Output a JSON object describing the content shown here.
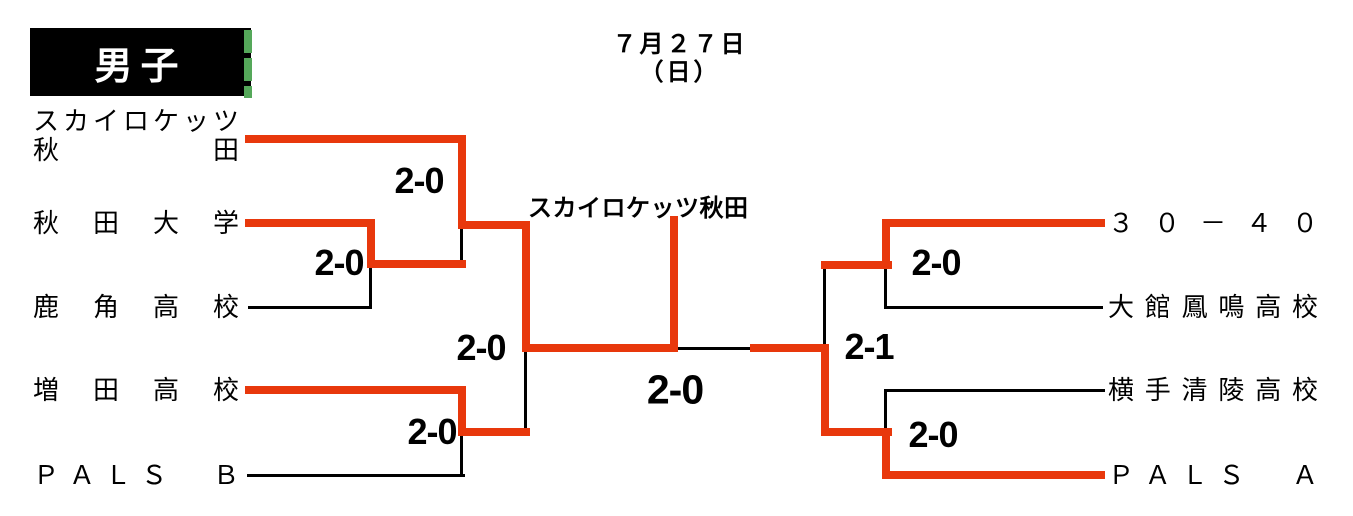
{
  "header": {
    "category": "男子",
    "date": "７月２７日",
    "day": "（日）"
  },
  "champion": {
    "label": "スカイロケッツ秋田"
  },
  "teams": {
    "left": [
      "スカイロケッツ秋田",
      "秋田大学",
      "鹿角高校",
      "増田高校",
      "ＰＡＬＳ　Ｂ"
    ],
    "right": [
      "３０－４０",
      "大館鳳鳴高校",
      "横手清陵高校",
      "ＰＡＬＳ　Ａ"
    ]
  },
  "matches": [
    {
      "id": "left-first-round",
      "teams": [
        "秋田大学",
        "鹿角高校"
      ],
      "score": "2-0",
      "winner": "秋田大学"
    },
    {
      "id": "left-quarter-top",
      "teams": [
        "スカイロケッツ秋田",
        "秋田大学"
      ],
      "score": "2-0",
      "winner": "スカイロケッツ秋田"
    },
    {
      "id": "left-quarter-bottom",
      "teams": [
        "増田高校",
        "ＰＡＬＳ　Ｂ"
      ],
      "score": "2-0",
      "winner": "増田高校"
    },
    {
      "id": "left-semifinal",
      "teams": [
        "スカイロケッツ秋田",
        "増田高校"
      ],
      "score": "2-0",
      "winner": "スカイロケッツ秋田"
    },
    {
      "id": "final",
      "teams": [
        "スカイロケッツ秋田",
        "ＰＡＬＳ　Ａ"
      ],
      "score": "2-0",
      "winner": "スカイロケッツ秋田"
    },
    {
      "id": "right-semifinal",
      "teams": [
        "３０－４０",
        "ＰＡＬＳ　Ａ"
      ],
      "score": "2-1",
      "winner": "ＰＡＬＳ　Ａ"
    },
    {
      "id": "right-quarter-top",
      "teams": [
        "３０－４０",
        "大館鳳鳴高校"
      ],
      "score": "2-0",
      "winner": "３０－４０"
    },
    {
      "id": "right-quarter-bottom",
      "teams": [
        "横手清陵高校",
        "ＰＡＬＳ　Ａ"
      ],
      "score": "2-0",
      "winner": "ＰＡＬＳ　Ａ"
    }
  ],
  "colors": {
    "winner_path": "#e8380c",
    "bracket_line": "#000000",
    "badge_bg": "#000000",
    "badge_text": "#ffffff",
    "accent_green": "#55a85a"
  }
}
